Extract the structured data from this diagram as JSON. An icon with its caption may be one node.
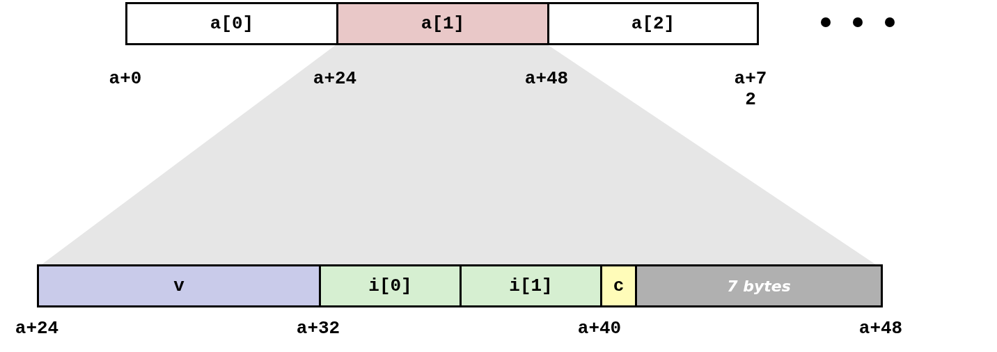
{
  "diagram": {
    "nodes": [
      {
        "text": [
          "a[0]"
        ]
      },
      {
        "text": [
          "a[1]"
        ]
      },
      {
        "text": [
          "a[2]"
        ]
      },
      {
        "text": [
          "v"
        ]
      },
      {
        "text": [
          "i[0]"
        ]
      },
      {
        "text": [
          "i[1]"
        ]
      },
      {
        "text": [
          "c"
        ]
      },
      {
        "text": [
          "7 bytes"
        ]
      }
    ],
    "edges": [],
    "labels": [
      "a+0",
      "a+24",
      "a+48",
      "a+72",
      "a+24",
      "a+32",
      "a+40",
      "a+48"
    ]
  }
}
